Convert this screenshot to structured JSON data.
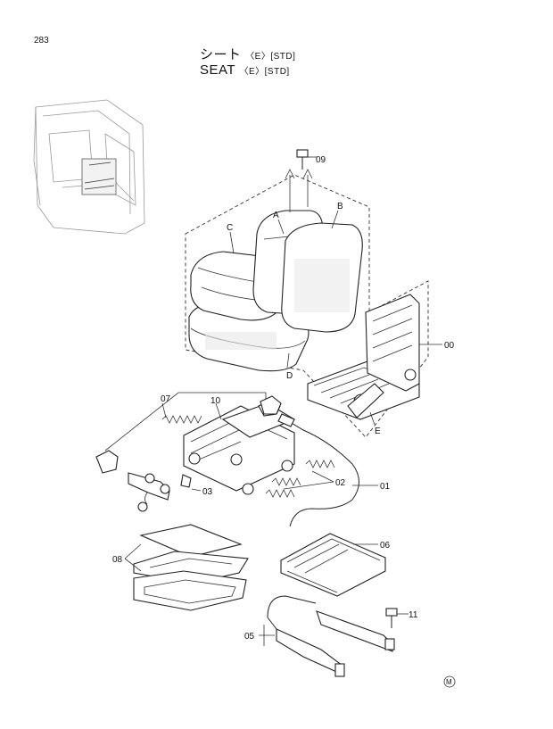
{
  "page_number": "283",
  "title": {
    "jp": "シート",
    "en": "SEAT",
    "tag1": "〈E〉[STD]",
    "tag2": "〈E〉[STD]"
  },
  "part_labels": {
    "p00": "00",
    "p01": "01",
    "p02": "02",
    "p03": "03",
    "p05": "05",
    "p06": "06",
    "p07": "07",
    "p08": "08",
    "p09": "09",
    "p10": "10",
    "p11": "11",
    "A": "A",
    "B": "B",
    "C": "C",
    "D": "D",
    "E": "E"
  },
  "mark": "M"
}
